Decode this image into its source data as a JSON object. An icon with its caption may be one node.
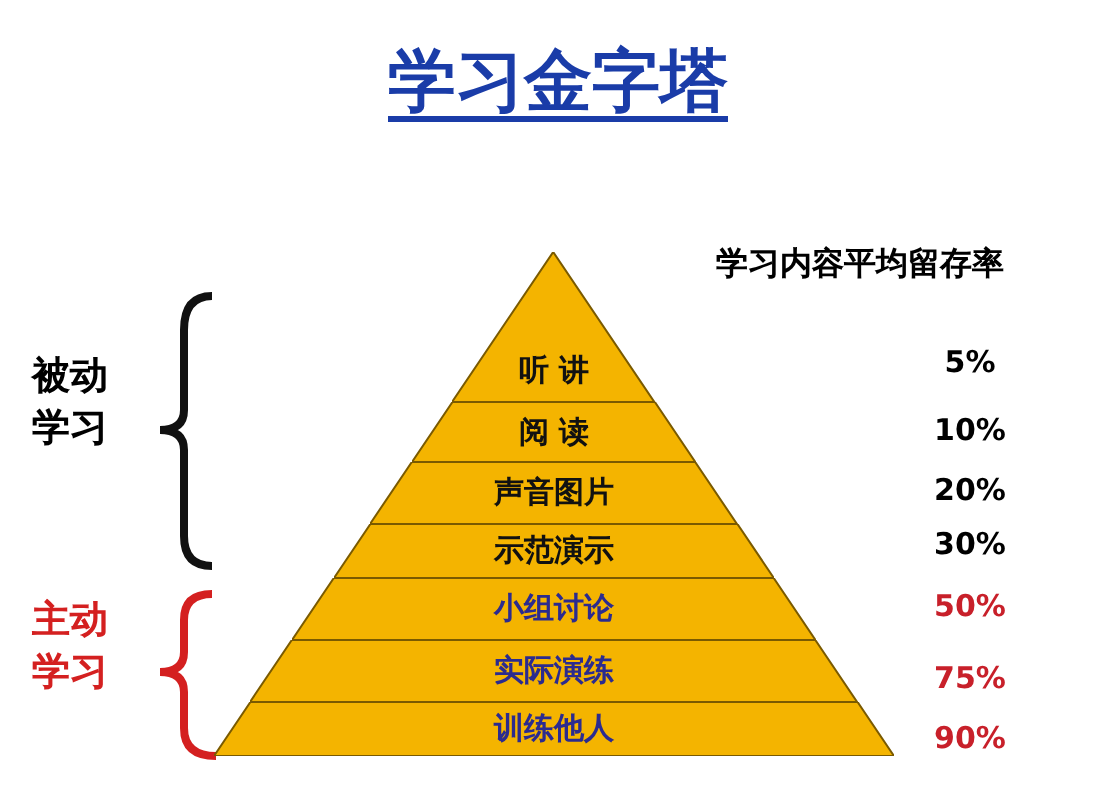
{
  "diagram": {
    "title": "学习金字塔",
    "nodes": [
      {
        "text": [
          "听 讲"
        ]
      },
      {
        "text": [
          "阅 读"
        ]
      },
      {
        "text": [
          "声音图片"
        ]
      },
      {
        "text": [
          "示范演示"
        ]
      },
      {
        "text": [
          "小组讨论"
        ]
      },
      {
        "text": [
          "实际演练"
        ]
      },
      {
        "text": [
          "训练他人"
        ]
      }
    ],
    "labels": [
      "学习内容平均留存率",
      "被动学习",
      "5%",
      "10%",
      "20%",
      "30%",
      "主动学习",
      "50%",
      "75%",
      "90%"
    ]
  }
}
